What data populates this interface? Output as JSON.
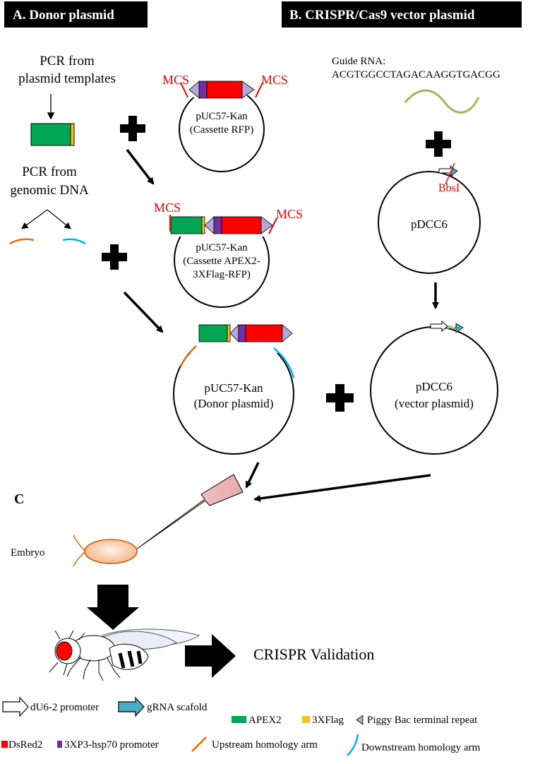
{
  "headers": {
    "a": "A. Donor plasmid",
    "b": "B. CRISPR/Cas9 vector plasmid",
    "c": "C"
  },
  "donor": {
    "pcr_plasmid": [
      "PCR from",
      "plasmid templates"
    ],
    "pcr_genomic": [
      "PCR from",
      "genomic DNA"
    ],
    "mcs": "MCS",
    "cassette_rfp": [
      "pUC57-Kan",
      "(Cassette RFP)"
    ],
    "cassette_apex": [
      "pUC57-Kan",
      "(Cassette APEX2-",
      "3XFlag-RFP)"
    ],
    "donor_plasmid": [
      "pUC57-Kan",
      "(Donor plasmid)"
    ]
  },
  "vector": {
    "guide_label": "Guide RNA:",
    "guide_seq": "ACGTGGCCTAGACAAGGTGACGG",
    "bbsi": "BbsI",
    "pdcc6": "pDCC6",
    "vector_plasmid": [
      "pDCC6",
      "(vector plasmid)"
    ]
  },
  "injection": {
    "embryo": "Embryo",
    "validation": "CRISPR Validation"
  },
  "legend": {
    "du6": "dU6-2 promoter",
    "grna": "gRNA scafold",
    "apex2": "APEX2",
    "flag": "3XFlag",
    "piggy": "Piggy Bac terminal repeat",
    "dsred": "DsRed2",
    "hsp70": "3XP3-hsp70 promoter",
    "upstream": "Upstream homology arm",
    "downstream": "Downstream homology arm"
  },
  "colors": {
    "apex2": "#00a651",
    "flag": "#f7c21e",
    "dsred": "#ff0000",
    "hsp70": "#7030a0",
    "piggy": "#b4a7d6",
    "upstream": "#e36c0a",
    "downstream": "#00b0f0",
    "grna": "#4bacc6",
    "guide": "#9bbb59",
    "mcs": "#ff0000",
    "embryo": "#f4b183",
    "needle": "#f2c4c4"
  }
}
